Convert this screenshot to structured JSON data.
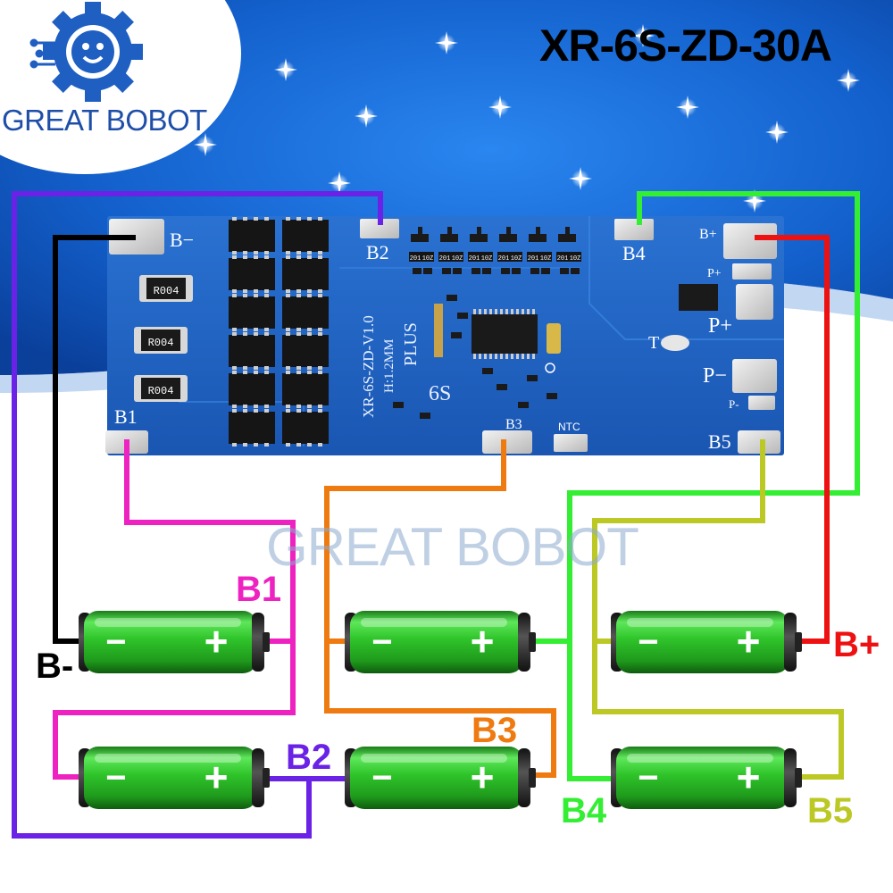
{
  "brand": {
    "name": "GREAT BOBOT",
    "watermark": "GREAT BOBOT"
  },
  "title": "XR-6S-ZD-30A",
  "colors": {
    "sky": "#1669d6",
    "board": "#1d63c4",
    "b_minus": "#000000",
    "b1": "#ee22c0",
    "b2": "#6a22e6",
    "b3": "#ee7a10",
    "b4": "#33ee33",
    "b5": "#bcc824",
    "b_plus": "#ee1111",
    "battery": "#3fd23a"
  },
  "board": {
    "pads": {
      "b_minus": "B−",
      "b1": "B1",
      "b2": "B2",
      "b3": "B3",
      "b4": "B4",
      "b5": "B5",
      "b_plus": "B+",
      "p_plus": "P+",
      "p_minus": "P−",
      "p_plus_small": "P+",
      "p_minus_small": "P-",
      "ntc": "NTC",
      "t": "T"
    },
    "silkscreen": {
      "model": "XR-6S-ZD-V1.0",
      "thickness": "H:1.2MM",
      "plus": "PLUS",
      "series": "6S"
    },
    "resistors": [
      "R004",
      "R004",
      "R004"
    ],
    "smd_small": [
      "201",
      "201",
      "201",
      "201",
      "201",
      "201",
      "10Z",
      "10Z",
      "10Z",
      "10Z",
      "10Z",
      "10Z"
    ]
  },
  "battery_symbols": {
    "minus": "−",
    "plus": "+"
  },
  "wire_labels": {
    "b_minus": "B-",
    "b1": "B1",
    "b2": "B2",
    "b3": "B3",
    "b4": "B4",
    "b5": "B5",
    "b_plus": "B+"
  }
}
